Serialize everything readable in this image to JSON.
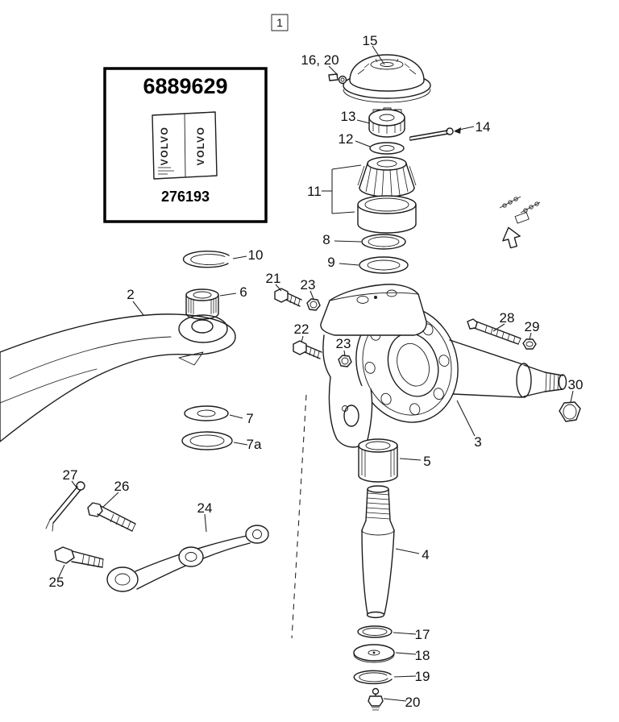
{
  "figure_ref": {
    "label": "1"
  },
  "part_box": {
    "part_number": "6889629",
    "alt_number": "276193",
    "brand_left": "VOLVO",
    "brand_right": "VOLVO"
  },
  "callouts": [
    {
      "id": "callout-15",
      "text": "15"
    },
    {
      "id": "callout-16-20",
      "text": "16, 20"
    },
    {
      "id": "callout-13",
      "text": "13"
    },
    {
      "id": "callout-14",
      "text": "14"
    },
    {
      "id": "callout-12",
      "text": "12"
    },
    {
      "id": "callout-11",
      "text": "11"
    },
    {
      "id": "callout-8",
      "text": "8"
    },
    {
      "id": "callout-9",
      "text": "9"
    },
    {
      "id": "callout-10",
      "text": "10"
    },
    {
      "id": "callout-2",
      "text": "2"
    },
    {
      "id": "callout-6",
      "text": "6"
    },
    {
      "id": "callout-21",
      "text": "21"
    },
    {
      "id": "callout-23-upper",
      "text": "23"
    },
    {
      "id": "callout-22",
      "text": "22"
    },
    {
      "id": "callout-23-lower",
      "text": "23"
    },
    {
      "id": "callout-28",
      "text": "28"
    },
    {
      "id": "callout-29",
      "text": "29"
    },
    {
      "id": "callout-30",
      "text": "30"
    },
    {
      "id": "callout-3",
      "text": "3"
    },
    {
      "id": "callout-5",
      "text": "5"
    },
    {
      "id": "callout-4",
      "text": "4"
    },
    {
      "id": "callout-17",
      "text": "17"
    },
    {
      "id": "callout-18",
      "text": "18"
    },
    {
      "id": "callout-19",
      "text": "19"
    },
    {
      "id": "callout-20",
      "text": "20"
    },
    {
      "id": "callout-7",
      "text": "7"
    },
    {
      "id": "callout-7a",
      "text": "7a"
    },
    {
      "id": "callout-27",
      "text": "27"
    },
    {
      "id": "callout-26",
      "text": "26"
    },
    {
      "id": "callout-25",
      "text": "25"
    },
    {
      "id": "callout-24",
      "text": "24"
    }
  ],
  "colors": {
    "line": "#1c1c1c",
    "background": "#ffffff"
  }
}
